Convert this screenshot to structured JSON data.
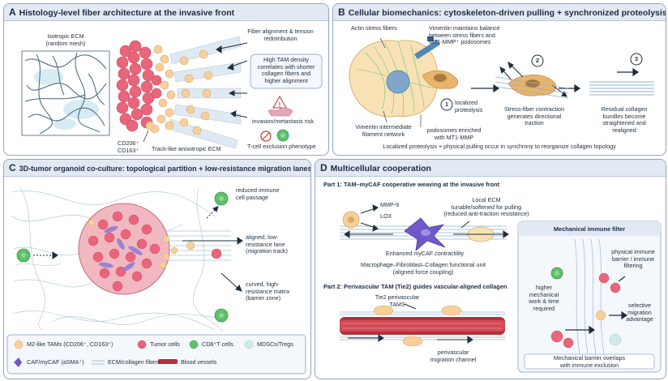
{
  "panel_a": {
    "letter": "A",
    "title": "Histology-level fiber architecture at the invasive front",
    "iso_ecm_1": "Isotropic ECM",
    "iso_ecm_2": "(random mesh)",
    "fiber_align_1": "Fiber alignment & tension",
    "fiber_align_2": "redistribution",
    "tam_box_1": "High TAM density",
    "tam_box_2": "correlates with shorter",
    "tam_box_3": "collagen fibers and",
    "tam_box_4": "higher alignment",
    "invasion": "invasion/metastasis risk",
    "cd206": "CD206⁺",
    "cd163": "CD163⁺",
    "track": "Track-like anisotropic ECM",
    "tcell": "T-cell exclusion phenotype"
  },
  "panel_b": {
    "letter": "B",
    "title": "Cellular biomechanics: cytoskeleton-driven pulling + synchronized proteolysis",
    "actin": "Actin stress fibers",
    "vim_bal_1": "Vimentin maintains balance",
    "vim_bal_2": "between stress fibers and",
    "vim_bal_3": "MT1-MMP⁺ podosomes",
    "step1": "1",
    "step2": "2",
    "step3": "3",
    "localized_1": "localized",
    "localized_2": "proteolysis",
    "vim_net_1": "Vimentin intermediate",
    "vim_net_2": "filament network",
    "podo_1": "podosomes enriched",
    "podo_2": "with MT1-MMP",
    "stress_1": "Stress-fiber contraction",
    "stress_2": "generates directional",
    "stress_3": "traction",
    "resid_1": "Residual collagen",
    "resid_2": "bundles become",
    "resid_3": "straightened and",
    "resid_4": "realigned",
    "footer": "Localized proteolysis + physical pulling occur in synchrony to reorganize collagen topology"
  },
  "panel_c": {
    "letter": "C",
    "title": "3D-tumor organoid co-culture: topological partition + low-resistance migration lanes",
    "reduced_1": "reduced immune",
    "reduced_2": "cell passage",
    "aligned_1": "aligned, low-",
    "aligned_2": "resistance lane",
    "aligned_3": "(migration track)",
    "curved_1": "curved, high-",
    "curved_2": "resistance matrix",
    "curved_3": "(barrier zone)"
  },
  "legend": {
    "m2": "M2-like TAMs (CD206⁺, CD163⁺)",
    "tumor": "Tumor cells",
    "cd8": "CD8⁺T cells",
    "mdsc": "MDSCs/Tregs",
    "caf": "CAF/myCAF (aSMA⁺)",
    "ecm": "ECM/collagen fibers",
    "vessel": "Blood vessels"
  },
  "panel_d": {
    "letter": "D",
    "title": "Multicellular cooperation",
    "part1": "Part 1: TAM–myCAF cooperative weaving at the invasive front",
    "mmp9": "MMP-9",
    "lox": "LOX",
    "local_1": "Local ECM",
    "local_2": "tunable/softened for pulling",
    "local_3": "(reduced anti-traction resistance)",
    "enhanced": "Enhanced myCAF contractility",
    "unit_1": "Macrophage–Fibroblast–Collagen functional unit",
    "unit_2": "(aligned force coupling)",
    "part2": "Part 2: Perivascular TAM (Tie2) guides vascular-aligned collagen",
    "tie2_1": "Tie2 perivascular",
    "tie2_2": "TAMS",
    "peri_1": "perivascular",
    "peri_2": "migration channel",
    "filter_title": "Mechanical immune filter",
    "higher_1": "higher",
    "higher_2": "mechanical",
    "higher_3": "work & time",
    "higher_4": "required",
    "phys_1": "physical immune",
    "phys_2": "barrier / immune",
    "phys_3": "filtering",
    "sel_1": "selective",
    "sel_2": "migration",
    "sel_3": "advantage",
    "overlap_1": "Mechanical barrier overlaps",
    "overlap_2": "with immune exclusion"
  },
  "colors": {
    "panel_border": "#8fa3c7",
    "title_bar": "#e3e9f3",
    "tumor": "#e9657a",
    "tam": "#f6cf9b",
    "cd8": "#5fbf6b",
    "mdsc": "#cfeaea",
    "caf": "#6f58c9",
    "collagen": "#8fb1cc",
    "vessel": "#b5303a"
  }
}
